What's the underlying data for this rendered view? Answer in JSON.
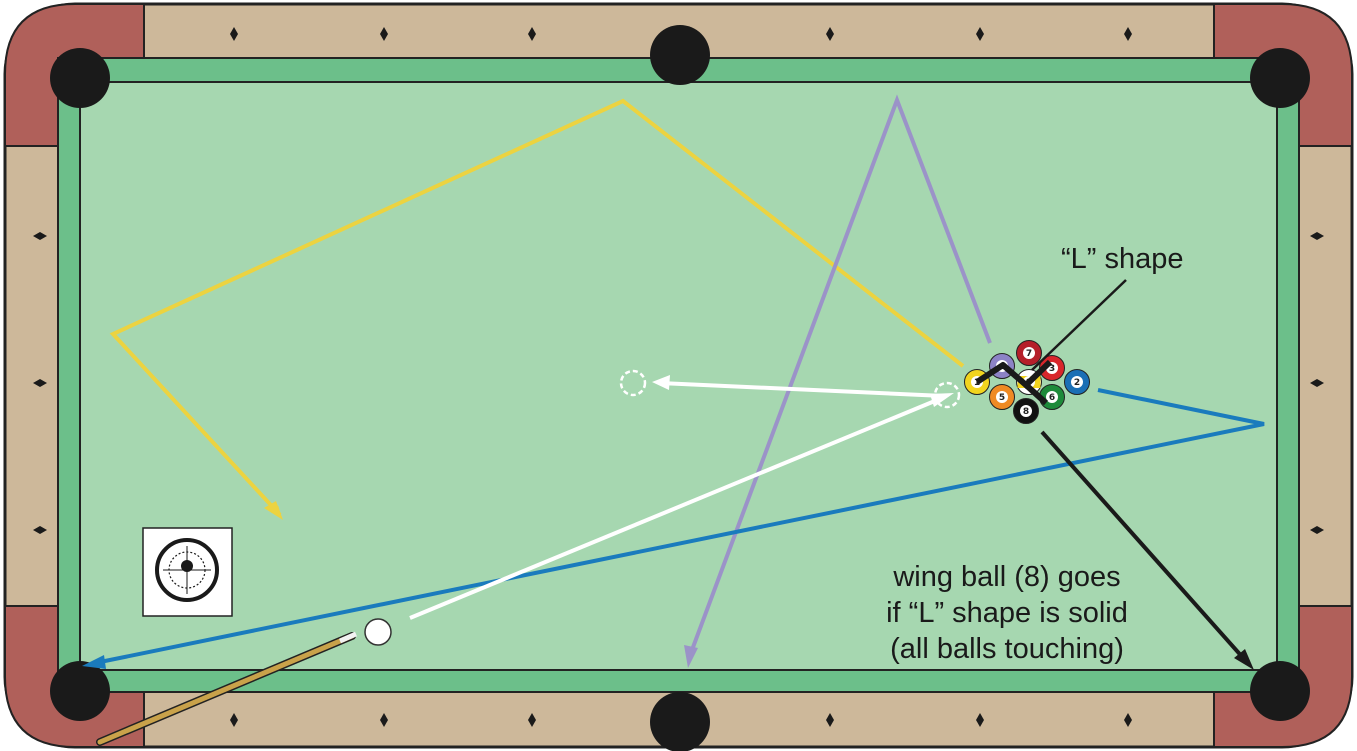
{
  "annotations": {
    "l_shape": "“L” shape",
    "wing_line1": "wing ball (8) goes",
    "wing_line2": "if “L” shape is solid",
    "wing_line3": "(all balls touching)"
  },
  "colors": {
    "rail": "#cdb89a",
    "corner": "#b0605a",
    "cushion": "#6cbf8a",
    "felt": "#a6d7b0",
    "yellow_path": "#ecd340",
    "purple_path": "#9b93c8",
    "blue_path": "#1a7bbd",
    "white_path": "#ffffff",
    "black_path": "#1a1a1a"
  },
  "rack": [
    {
      "number": "1",
      "color": "#f2d41e",
      "stripe": false
    },
    {
      "number": "4",
      "color": "#8c82c6",
      "stripe": false
    },
    {
      "number": "5",
      "color": "#ef8a24",
      "stripe": false
    },
    {
      "number": "7",
      "color": "#b51f2a",
      "stripe": false
    },
    {
      "number": "9",
      "color": "#f2d41e",
      "stripe": true
    },
    {
      "number": "3",
      "color": "#d8262b",
      "stripe": false
    },
    {
      "number": "6",
      "color": "#1e8a3a",
      "stripe": false
    },
    {
      "number": "2",
      "color": "#1a6fb5",
      "stripe": false
    },
    {
      "number": "8",
      "color": "#111111",
      "stripe": false
    }
  ]
}
